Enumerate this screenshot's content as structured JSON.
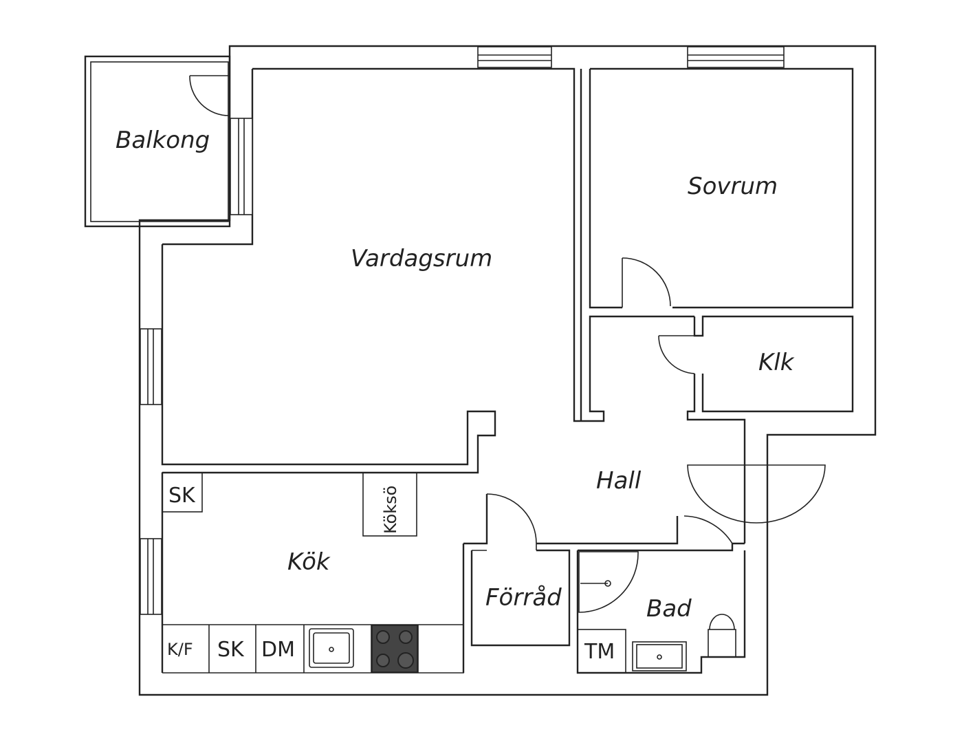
{
  "rooms": {
    "balkong": "Balkong",
    "vardagsrum": "Vardagsrum",
    "sovrum": "Sovrum",
    "klk": "Klk",
    "hall": "Hall",
    "kok": "Kök",
    "forrad": "Förråd",
    "bad": "Bad"
  },
  "fixtures": {
    "sk_kitchen_corner": "SK",
    "koksö": "Köksö",
    "kf": "K/F",
    "sk_counter": "SK",
    "dm": "DM",
    "tm": "TM"
  }
}
